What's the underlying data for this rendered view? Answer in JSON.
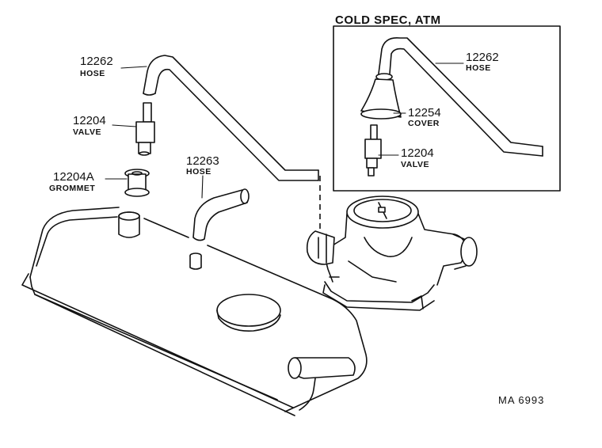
{
  "inset": {
    "title": "COLD SPEC, ATM",
    "parts": [
      {
        "number": "12262",
        "name": "HOSE"
      },
      {
        "number": "12254",
        "name": "COVER"
      },
      {
        "number": "12204",
        "name": "VALVE"
      }
    ]
  },
  "main_parts": [
    {
      "number": "12262",
      "name": "HOSE"
    },
    {
      "number": "12204",
      "name": "VALVE"
    },
    {
      "number": "12204A",
      "name": "GROMMET"
    },
    {
      "number": "12263",
      "name": "HOSE"
    }
  ],
  "drawing_code": "MA  6993"
}
